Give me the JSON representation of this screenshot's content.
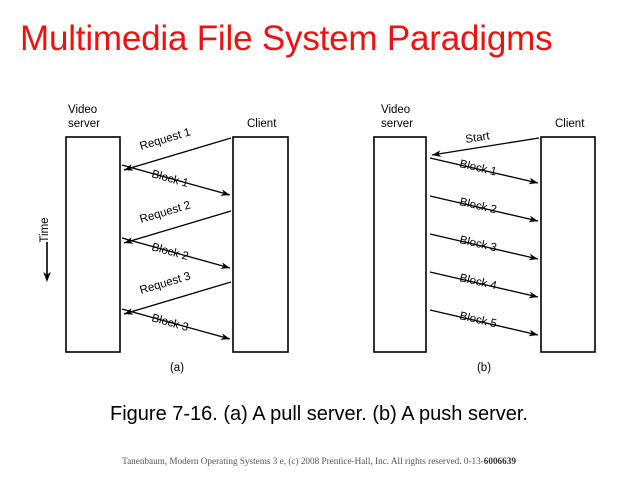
{
  "slide": {
    "title": "Multimedia File System Paradigms",
    "title_color": "#ee1111",
    "background_color": "#ffffff",
    "caption": "Figure 7-16. (a) A pull server. (b) A push server.",
    "footer": "Tanenbaum, Modern Operating Systems 3 e, (c) 2008 Prentice-Hall, Inc. All rights reserved. 0-13-",
    "footer_isbn": "6006639"
  },
  "figure": {
    "time_axis_label": "Time",
    "panels": [
      {
        "id": "a",
        "panel_label": "(a)",
        "left_header_line1": "Video",
        "left_header_line2": "server",
        "right_header": "Client",
        "messages": [
          {
            "label": "Request 1",
            "direction": "right-to-left"
          },
          {
            "label": "Block 1",
            "direction": "left-to-right"
          },
          {
            "label": "Request 2",
            "direction": "right-to-left"
          },
          {
            "label": "Block 2",
            "direction": "left-to-right"
          },
          {
            "label": "Request 3",
            "direction": "right-to-left"
          },
          {
            "label": "Block 3",
            "direction": "left-to-right"
          }
        ]
      },
      {
        "id": "b",
        "panel_label": "(b)",
        "left_header_line1": "Video",
        "left_header_line2": "server",
        "right_header": "Client",
        "messages": [
          {
            "label": "Start",
            "direction": "right-to-left"
          },
          {
            "label": "Block 1",
            "direction": "left-to-right"
          },
          {
            "label": "Block 2",
            "direction": "left-to-right"
          },
          {
            "label": "Block 3",
            "direction": "left-to-right"
          },
          {
            "label": "Block 4",
            "direction": "left-to-right"
          },
          {
            "label": "Block 5",
            "direction": "left-to-right"
          }
        ]
      }
    ]
  }
}
